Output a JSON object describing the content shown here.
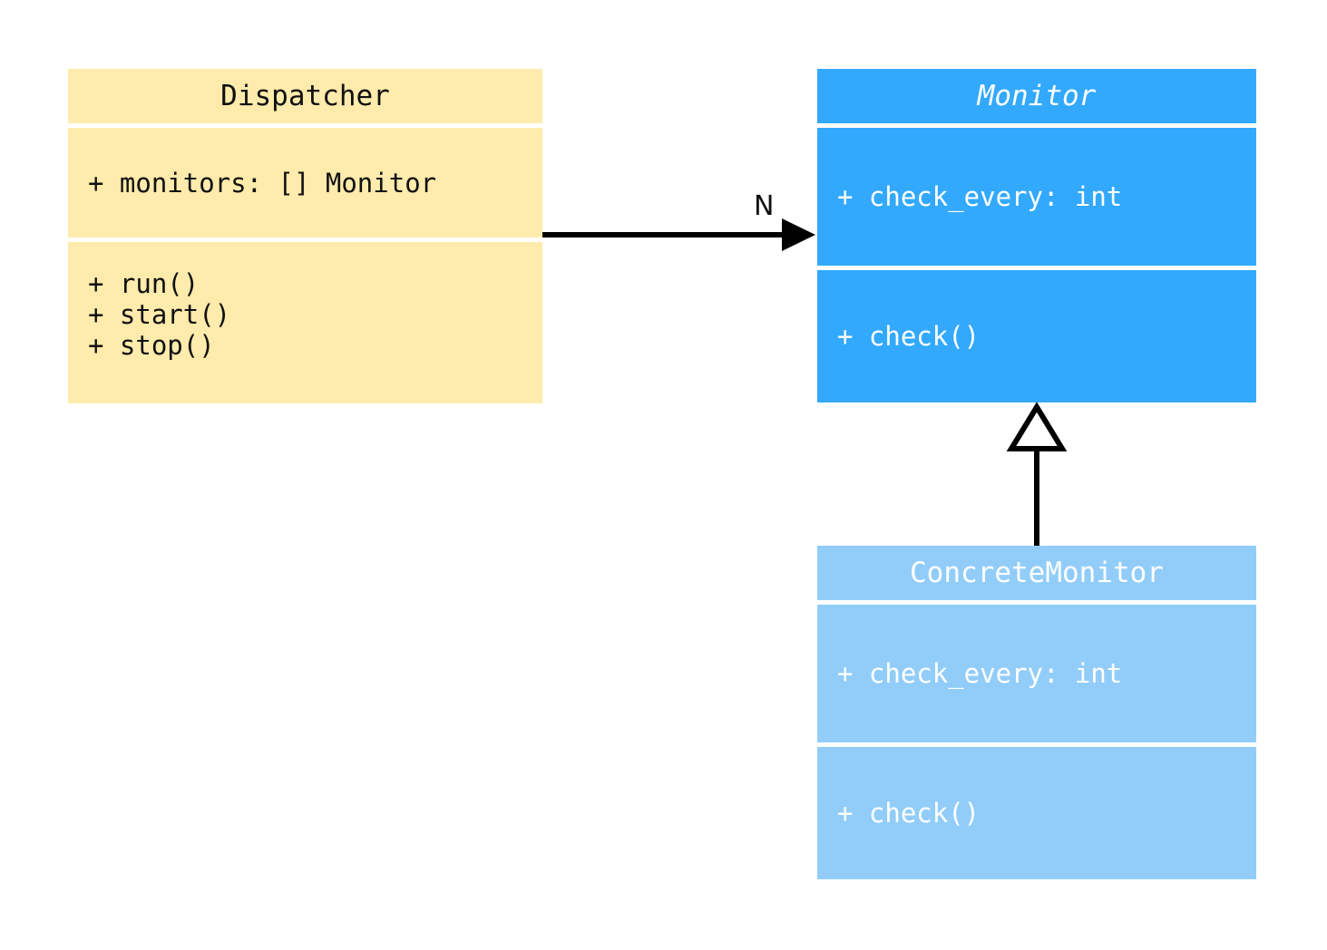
{
  "diagram": {
    "kind": "uml-class-diagram",
    "background": "#ffffff",
    "classes": [
      {
        "id": "dispatcher",
        "name": "Dispatcher",
        "abstract": false,
        "fill": "#ffebac",
        "text_color": "#111111",
        "attributes": [
          "+ monitors: [] Monitor"
        ],
        "operations": [
          "+ run()",
          "+ start()",
          "+ stop()"
        ]
      },
      {
        "id": "monitor",
        "name": "Monitor",
        "abstract": true,
        "fill": "#33a9fd",
        "text_color": "#ffffff",
        "attributes": [
          "+ check_every: int"
        ],
        "operations": [
          "+ check()"
        ]
      },
      {
        "id": "concretemonitor",
        "name": "ConcreteMonitor",
        "abstract": false,
        "fill": "#92cdf9",
        "text_color": "#ffffff",
        "attributes": [
          "+ check_every: int"
        ],
        "operations": [
          "+ check()"
        ]
      }
    ],
    "relationships": [
      {
        "id": "dispatcher-to-monitor",
        "type": "association",
        "from": "Dispatcher",
        "to": "Monitor",
        "arrowhead": "filled-triangle",
        "line": "solid",
        "label": "N"
      },
      {
        "id": "concretemonitor-to-monitor",
        "type": "generalization",
        "from": "ConcreteMonitor",
        "to": "Monitor",
        "arrowhead": "hollow-triangle",
        "line": "solid",
        "label": ""
      }
    ]
  }
}
